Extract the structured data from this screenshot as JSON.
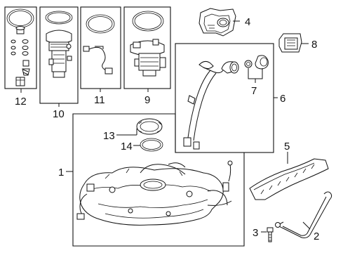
{
  "callouts": {
    "c1": "1",
    "c2": "2",
    "c3": "3",
    "c4": "4",
    "c5": "5",
    "c6": "6",
    "c7": "7",
    "c8": "8",
    "c9": "9",
    "c10": "10",
    "c11": "11",
    "c12": "12",
    "c13": "13",
    "c14": "14"
  },
  "colors": {
    "line": "#111111",
    "background": "#ffffff"
  },
  "icons": {
    "fuel_tank": "fuel-tank-illustration",
    "filler_neck": "filler-neck-pipe-illustration",
    "heat_shield": "heat-shield-illustration",
    "strap": "tank-strap-illustration",
    "pump": "fuel-pump-module-illustration"
  }
}
